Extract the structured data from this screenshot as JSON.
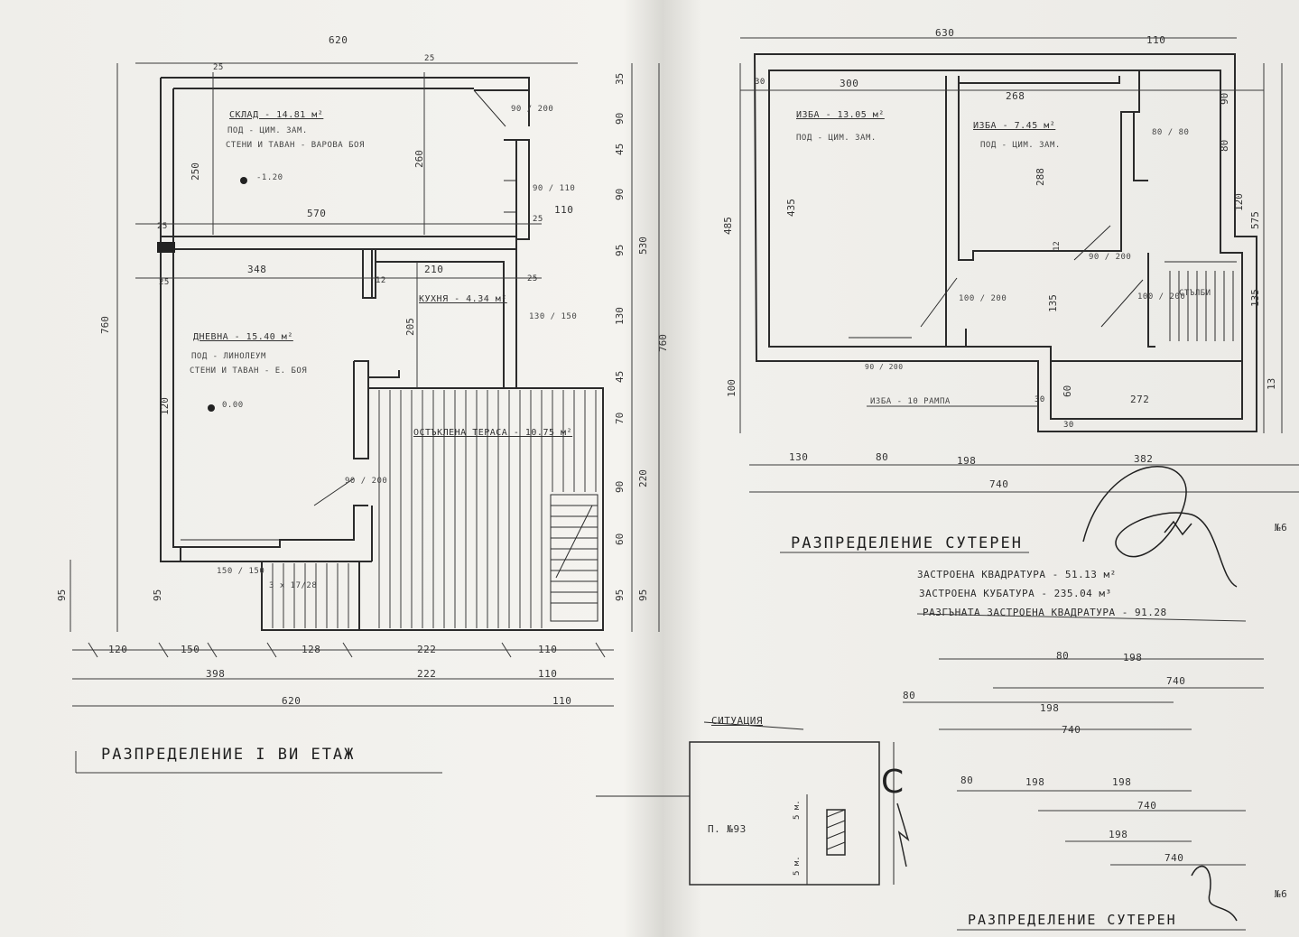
{
  "left_plan": {
    "title": "РАЗПРЕДЕЛЕНИЕ I ВИ ЕТАЖ",
    "rooms": {
      "sklad_name": "СКЛАД - 14.81 м²",
      "sklad_floor": "ПОД - ЦИМ. ЗАМ.",
      "sklad_walls": "СТЕНИ И ТАВАН - ВАРОВА БОЯ",
      "sklad_level": "-1.20",
      "dnevna_name": "ДНЕВНА - 15.40 м²",
      "dnevna_floor": "ПОД - ЛИНОЛЕУМ",
      "dnevna_walls": "СТЕНИ И ТАВАН - Е. БОЯ",
      "dnevna_level": "0.00",
      "kuhnya_name": "КУХНЯ - 4.34 м²",
      "terasa_name": "ОСТЪКЛЕНА ТЕРАСА - 10.75 м²"
    },
    "dims_top": {
      "overall": "620",
      "a": "25",
      "b": "25"
    },
    "dims_inner": {
      "d570": "570",
      "d348": "348",
      "d210": "210",
      "d205": "205",
      "d250": "250",
      "d260": "260",
      "d120": "120",
      "d25a": "25",
      "d25b": "25",
      "d25c": "25",
      "d25d": "25",
      "d12": "12"
    },
    "openings": {
      "o1": "90 / 200",
      "o2": "90 / 110",
      "o3": "130 / 150",
      "o4": "90 / 200",
      "o5": "150 / 150"
    },
    "dims_right": [
      "35",
      "90",
      "45",
      "90",
      "110",
      "95",
      "130",
      "45",
      "70",
      "90",
      "60",
      "95"
    ],
    "dims_right_totals": [
      "530",
      "220",
      "760",
      "95"
    ],
    "dims_left": [
      "760",
      "95",
      "95"
    ],
    "dims_bottom_row1": [
      "120",
      "150",
      "128",
      "222",
      "110"
    ],
    "dims_bottom_row2": [
      "398",
      "222",
      "110"
    ],
    "dims_bottom_row3": [
      "620",
      "110"
    ],
    "stair_label": "3 х 17/28"
  },
  "right_plan": {
    "title": "РАЗПРЕДЕЛЕНИЕ СУТЕРЕН",
    "rooms": {
      "izba1_name": "ИЗБА - 13.05 м²",
      "izba1_floor": "ПОД - ЦИМ. ЗАМ.",
      "izba2_name": "ИЗБА - 7.45 м²",
      "izba2_floor": "ПОД - ЦИМ. ЗАМ.",
      "stairs_note": "СТЪЛБИ",
      "bottom_note": "ИЗБА - 10 РАМПА"
    },
    "dims_top": {
      "overall": "630",
      "right": "110"
    },
    "dims_inner": {
      "d300": "300",
      "d268": "268",
      "d435": "435",
      "d288": "288",
      "d272": "272",
      "d30a": "30",
      "d30b": "30",
      "d30c": "30",
      "d60": "60",
      "d135": "135",
      "d12": "12"
    },
    "openings": {
      "o1": "80 / 80",
      "o2": "90 / 200",
      "o3": "100 / 200",
      "o4": "100 / 200",
      "o5": "90 / 200"
    },
    "dims_left": [
      "485",
      "100"
    ],
    "dims_right": [
      "90",
      "80",
      "120",
      "575",
      "13",
      "135"
    ],
    "dims_bottom_row1": [
      "130",
      "80",
      "198",
      "382"
    ],
    "dims_bottom_row2": [
      "740"
    ],
    "area_lines": [
      "ЗАСТРОЕНА КВАДРАТУРА - 51.13 м²",
      "ЗАСТРОЕНА КУБАТУРА - 235.04 м³",
      "РАЗГЪНАТА ЗАСТРОЕНА КВАДРАТУРА - 91.28"
    ],
    "extra_dims": [
      "80",
      "198",
      "740",
      "80",
      "198",
      "740",
      "80",
      "198",
      "198",
      "740",
      "198",
      "740"
    ]
  },
  "situation": {
    "title": "СИТУАЦИЯ",
    "plot_label": "П. №93",
    "dim_a": "5 м.",
    "dim_b": "5 м.",
    "north_letter": "С"
  },
  "bottom_title": "РАЗПРЕДЕЛЕНИЕ СУТЕРЕН",
  "page_marks": [
    "№6",
    "№6"
  ]
}
